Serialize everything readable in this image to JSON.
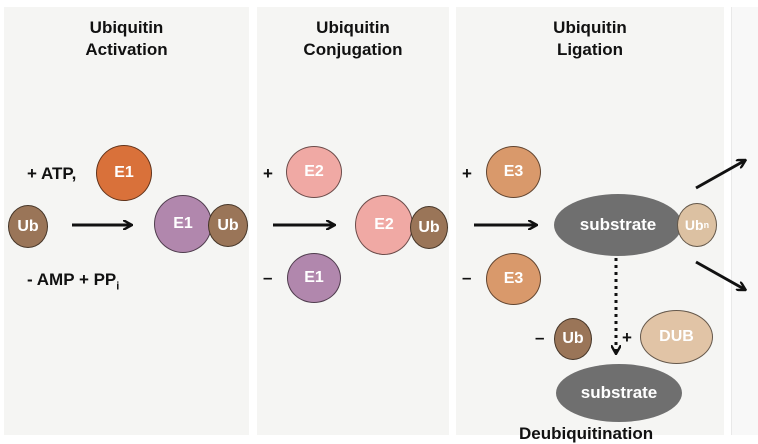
{
  "colors": {
    "ub": "#9a7558",
    "e1_orange": "#d9713a",
    "e1_purple": "#b187ad",
    "e2": "#f0a9a4",
    "e3": "#d9996b",
    "ub_light": "#dcc1a2",
    "dub": "#e1c4a6",
    "substrate": "#6f6f6f"
  },
  "panels": {
    "activation": {
      "title_line1": "Ubiquitin",
      "title_line2": "Activation",
      "plus_atp": "+ ATP,",
      "e1_input": "E1",
      "ub": "Ub",
      "e1_product": "E1",
      "ub_product": "Ub",
      "minus_amp_pp": "- AMP + PP",
      "pp_subscript": "i"
    },
    "conjugation": {
      "title_line1": "Ubiquitin",
      "title_line2": "Conjugation",
      "plus": "+",
      "e2_input": "E2",
      "e2_product": "E2",
      "ub_product": "Ub",
      "minus": "–",
      "e1_released": "E1"
    },
    "ligation": {
      "title_line1": "Ubiquitin",
      "title_line2": "Ligation",
      "plus": "+",
      "e3_input": "E3",
      "substrate": "substrate",
      "ub_tag": "Ub",
      "ub_tag_subscript": "n",
      "minus": "–",
      "e3_released": "E3",
      "minus_ub": "–",
      "ub_removed": "Ub",
      "plus_dub": "+",
      "dub": "DUB",
      "substrate_free": "substrate",
      "bottom_label": "Deubiquitination"
    }
  }
}
